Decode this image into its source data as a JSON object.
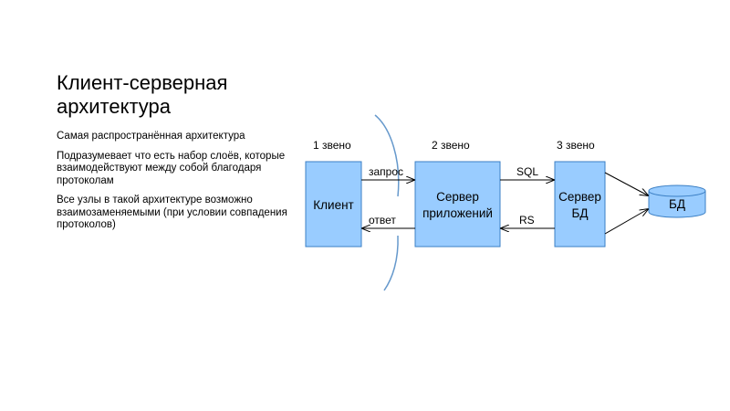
{
  "slide": {
    "title": "Клиент-серверная архитектура",
    "paragraphs": [
      "Самая распространённая архитектура",
      "Подразумевает что есть набор слоёв, которые взаимодействуют между собой благодаря протоколам",
      "Все узлы в такой архитектуре возможно взаимозаменяемыми (при условии совпадения протоколов)"
    ]
  },
  "diagram": {
    "tiers": [
      "1 звено",
      "2 звено",
      "3 звено"
    ],
    "nodes": {
      "client": [
        "Клиент"
      ],
      "app_server": [
        "Сервер",
        "приложений"
      ],
      "db_server": [
        "Сервер",
        "БД"
      ],
      "db": [
        "БД"
      ]
    },
    "arrows": {
      "request": "запрос",
      "response": "ответ",
      "sql": "SQL",
      "rs": "RS"
    },
    "colors": {
      "box_fill": "#99ccff",
      "box_stroke": "#3b7fc4",
      "curve": "#6699cc",
      "arrow": "#000000"
    }
  }
}
